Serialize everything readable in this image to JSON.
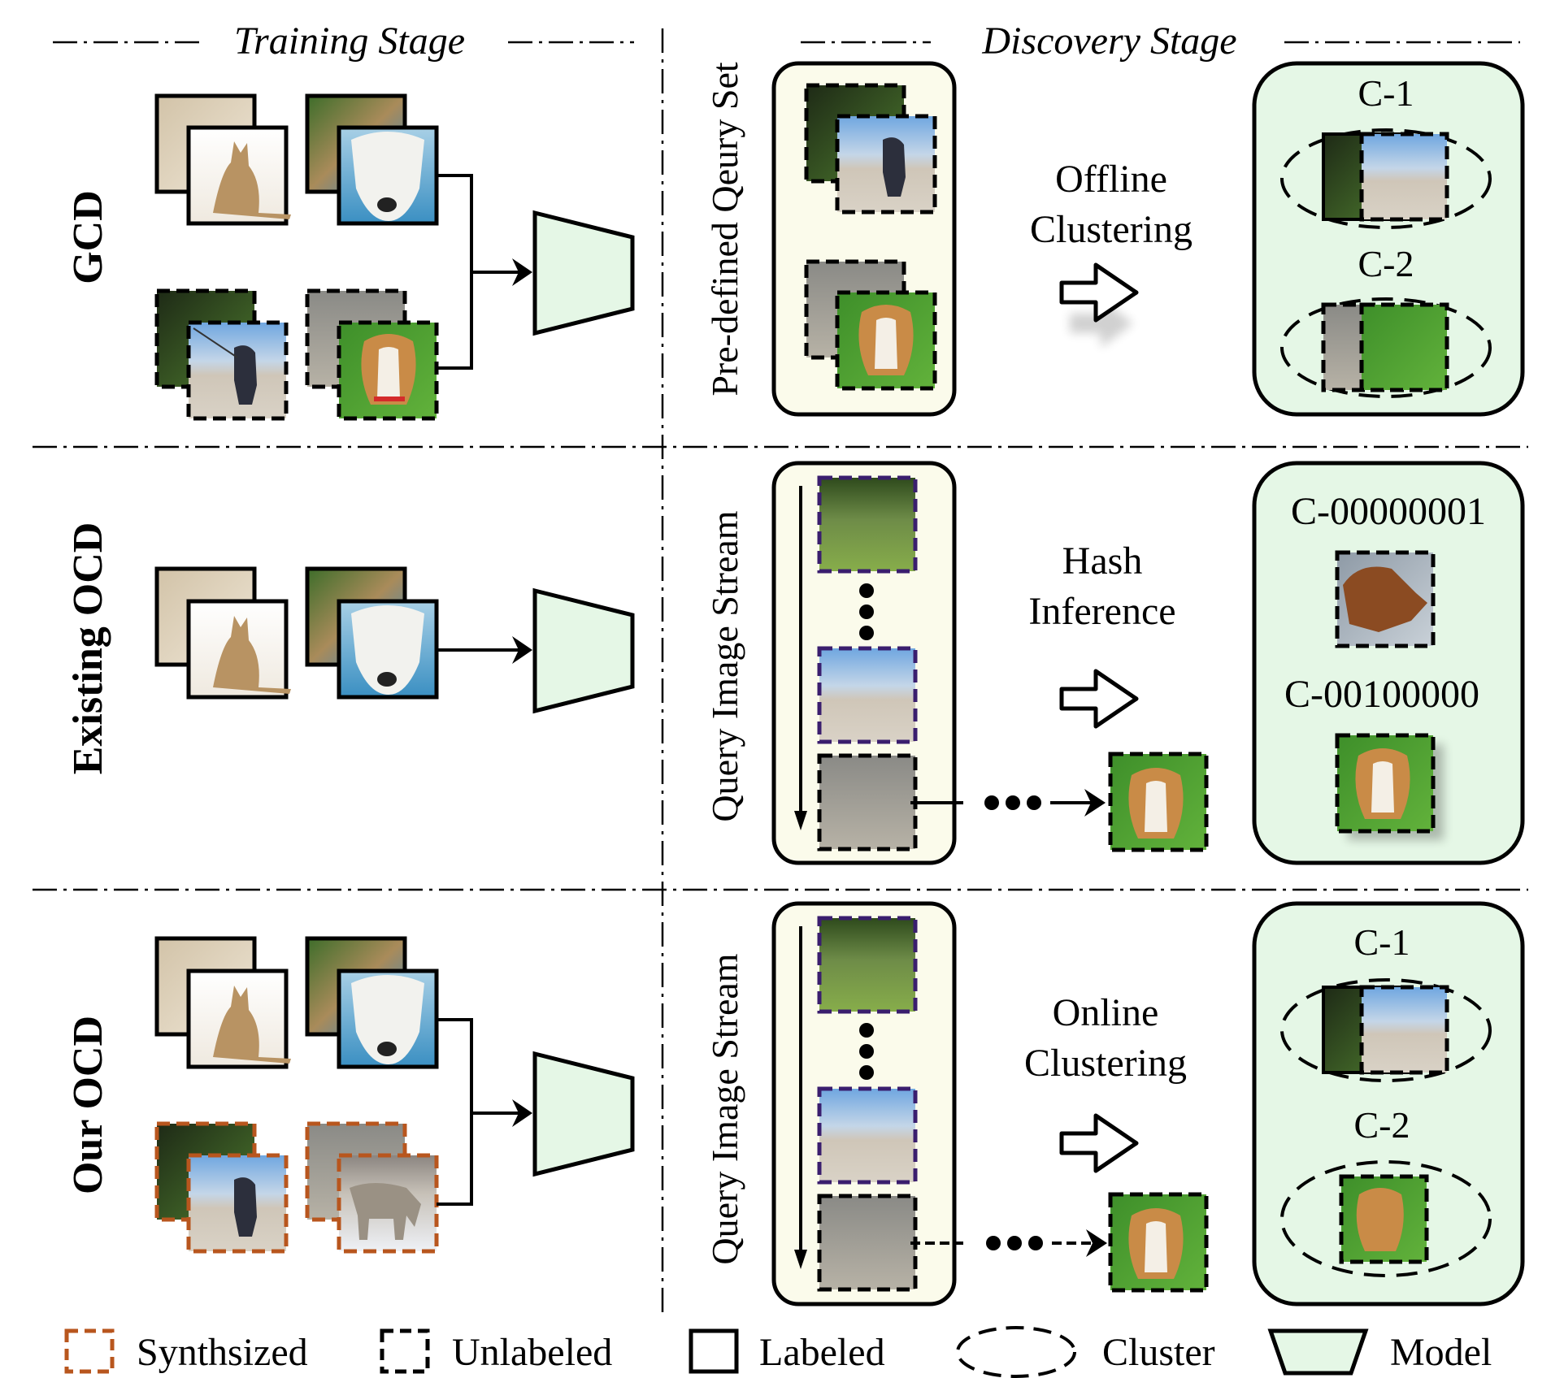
{
  "headers": {
    "training": "Training Stage",
    "discovery": "Discovery Stage"
  },
  "rows": [
    {
      "label": "GCD",
      "query_label": "Pre-defined Qeury Set",
      "process": [
        "Offline",
        "Clustering"
      ],
      "clusters": [
        "C-1",
        "C-2"
      ]
    },
    {
      "label": "Existing OCD",
      "query_label": "Query Image Stream",
      "process": [
        "Hash",
        "Inference"
      ],
      "clusters": [
        "C-00000001",
        "C-00100000"
      ]
    },
    {
      "label": "Our OCD",
      "query_label": "Query Image Stream",
      "process": [
        "Online",
        "Clustering"
      ],
      "clusters": [
        "C-1",
        "C-2"
      ]
    }
  ],
  "legend": {
    "synthesized": "Synthsized",
    "unlabeled": "Unlabeled",
    "labeled": "Labeled",
    "cluster": "Cluster",
    "model": "Model"
  },
  "colors": {
    "model_fill": "#e5f7e6",
    "query_panel_fill": "#fbfbeb",
    "cluster_panel_fill": "#e5f7e6",
    "synth_border": "#b8561e",
    "query_border_purple": "#3a1e6e"
  },
  "images": {
    "cat": "cat-photo",
    "white-dog": "white-dog-photo",
    "hound-leash": "hound-on-leash-photo",
    "beagle-face": "beagle-face-photo",
    "beagle-fence": "beagle-by-fence-photo",
    "hound-grass": "basset-hound-photo",
    "dog-face": "dog-face-photo",
    "snow-dog": "dog-in-snow-photo"
  }
}
